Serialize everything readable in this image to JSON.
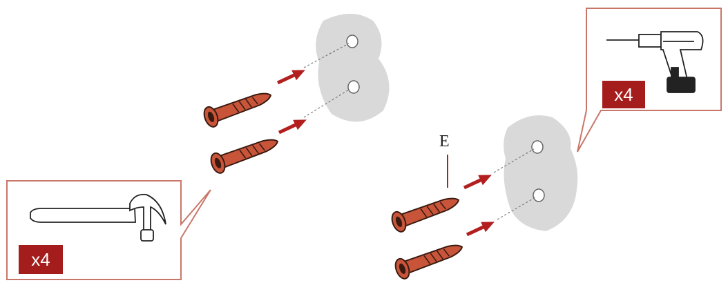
{
  "left_callout": {
    "tool_icon": "hammer-icon",
    "quantity_label": "x4"
  },
  "right_callout": {
    "tool_icon": "drill-icon",
    "quantity_label": "x4"
  },
  "part_label": "E",
  "colors": {
    "anchor_fill": "#c8553a",
    "anchor_stroke": "#3a1a10",
    "arrow": "#b31f1f",
    "callout_border": "#c9766a",
    "badge": "#a51c1c",
    "wall_patch": "#d9d9d9"
  }
}
